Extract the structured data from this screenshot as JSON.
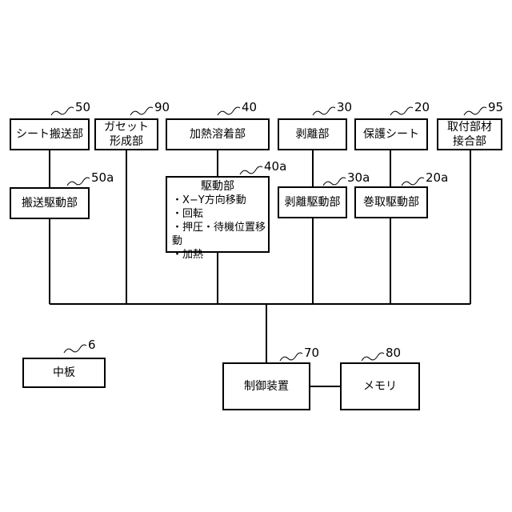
{
  "blocks": {
    "sheet_transport": "シート搬送部",
    "gusset_line1": "ガセット",
    "gusset_line2": "形成部",
    "heat_weld": "加熱溶着部",
    "peel": "剥離部",
    "protect_sheet": "保護シート",
    "attach_line1": "取付部材",
    "attach_line2": "接合部",
    "transport_drive": "搬送駆動部",
    "drive_title": "駆動部",
    "drive_items": [
      "・X−Y方向移動",
      "・回転",
      "・押圧・待機位置移動",
      "・加熱"
    ],
    "peel_drive": "剥離駆動部",
    "winding_drive": "巻取駆動部",
    "middle_plate": "中板",
    "controller": "制御装置",
    "memory": "メモリ"
  },
  "refs": {
    "r50": "50",
    "r90": "90",
    "r40": "40",
    "r30": "30",
    "r20": "20",
    "r95": "95",
    "r50a": "50a",
    "r40a": "40a",
    "r30a": "30a",
    "r20a": "20a",
    "r6": "6",
    "r70": "70",
    "r80": "80"
  }
}
